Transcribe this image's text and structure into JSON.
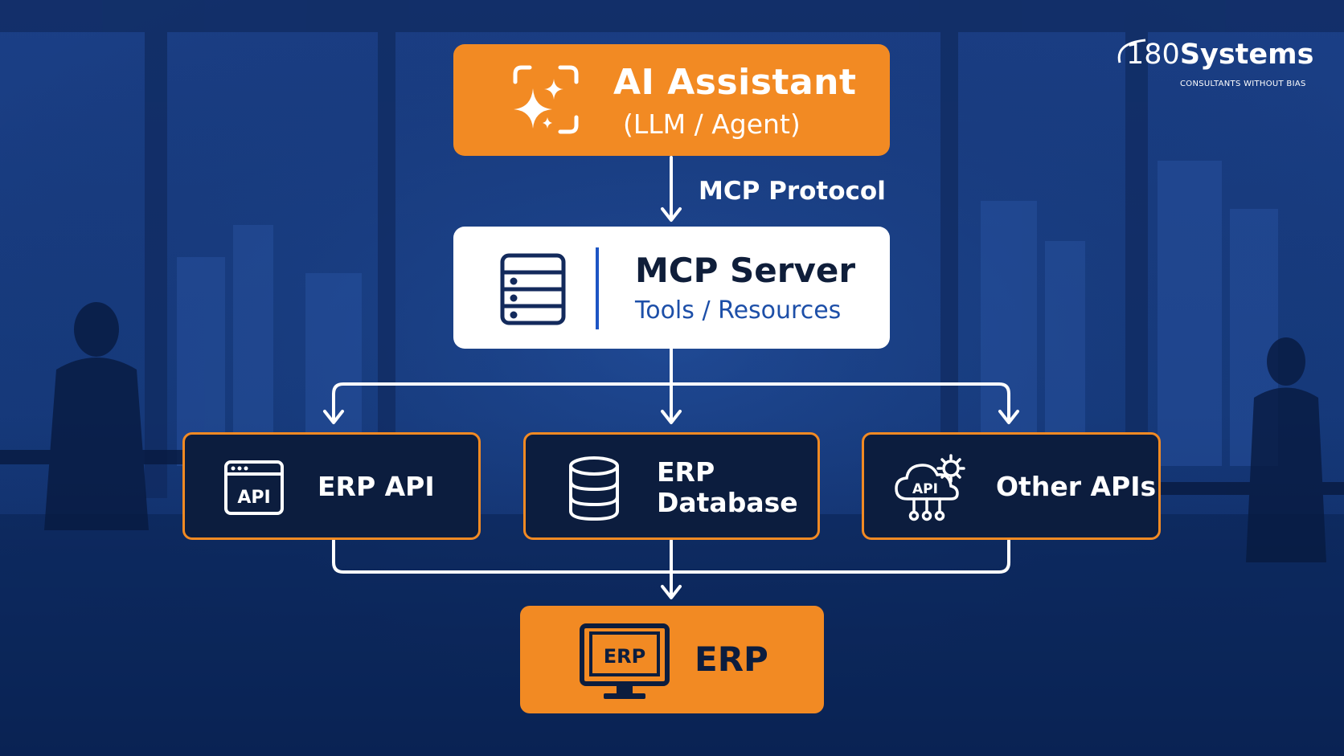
{
  "logo": {
    "number": "180",
    "name": "Systems",
    "tagline": "CONSULTANTS WITHOUT BIAS"
  },
  "ai_assistant": {
    "title": "AI Assistant",
    "subtitle": "(LLM / Agent)",
    "icon": "sparkle-icon"
  },
  "protocol_label": "MCP Protocol",
  "mcp_server": {
    "title": "MCP Server",
    "subtitle": "Tools / Resources",
    "icon": "server-icon"
  },
  "nodes": [
    {
      "label": "ERP API",
      "icon": "api-window-icon",
      "icon_text": "API"
    },
    {
      "label_line1": "ERP",
      "label_line2": "Database",
      "icon": "database-icon"
    },
    {
      "label": "Other APIs",
      "icon": "cloud-api-icon",
      "icon_text": "API"
    }
  ],
  "erp": {
    "label": "ERP",
    "icon": "monitor-icon",
    "icon_text": "ERP"
  },
  "colors": {
    "accent": "#f28a23",
    "dark_node": "#0c1d3e",
    "background": "#10306a",
    "link_blue": "#1d4fa8"
  }
}
